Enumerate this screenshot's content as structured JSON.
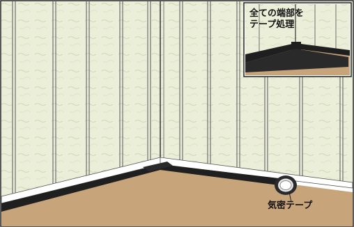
{
  "illustration": {
    "inset_caption_line1": "全ての端部を",
    "inset_caption_line2": "テープ処理",
    "tape_callout": "気密テープ"
  },
  "colors": {
    "wall_paper": "#eaedd6",
    "wall_grain": "#cfd3b4",
    "stud_line": "#6e6e6e",
    "floor": "#c8a47a",
    "tape_black": "#1f1f1f",
    "outline": "#222222"
  }
}
